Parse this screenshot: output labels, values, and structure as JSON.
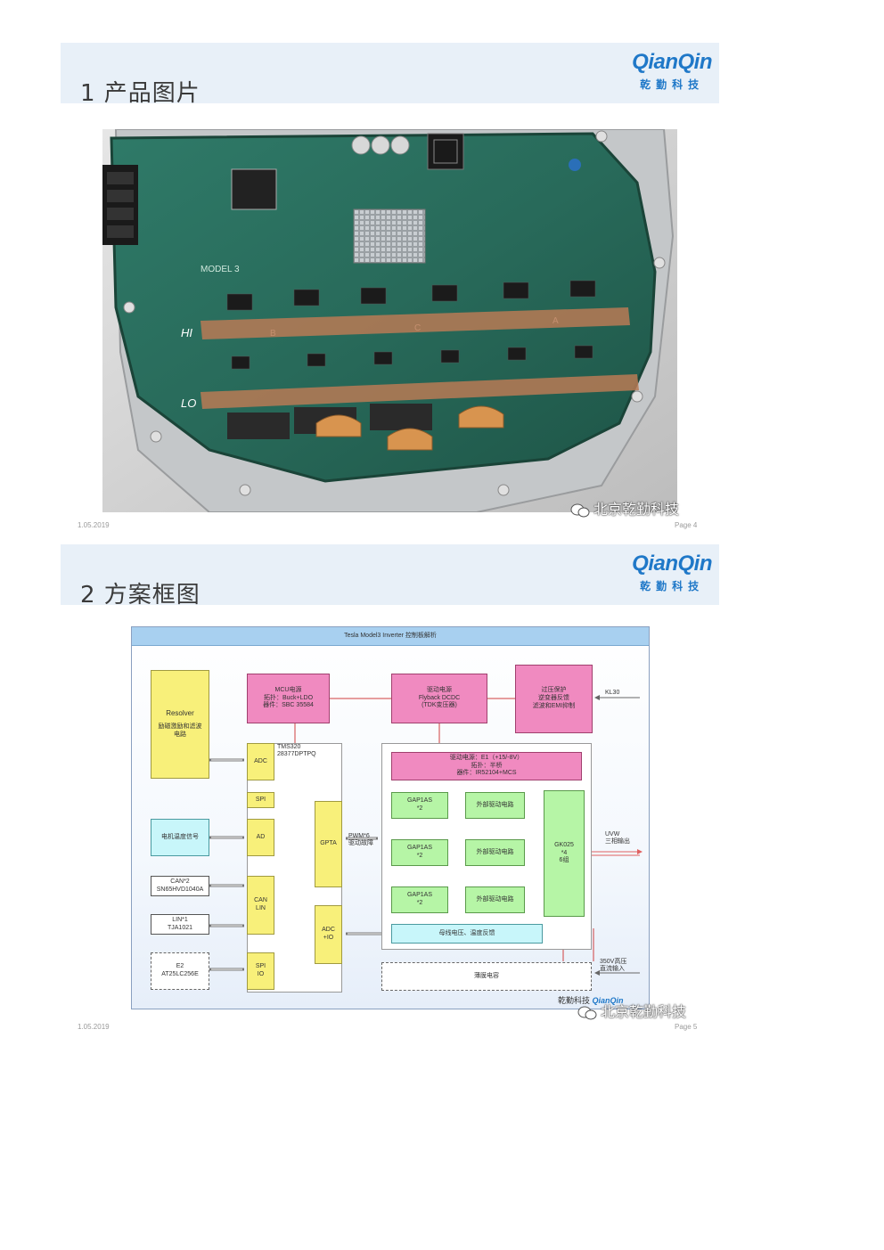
{
  "slides": [
    {
      "title": "1 产品图片",
      "logo_text": "QianQin",
      "logo_cn": "乾勤科技",
      "footer_date": "1.05.2019",
      "footer_page": "Page 4",
      "watermark": "北京乾勤科技"
    },
    {
      "title": "2 方案框图",
      "logo_text": "QianQin",
      "logo_cn": "乾勤科技",
      "footer_date": "1.05.2019",
      "footer_page": "Page 5",
      "watermark": "北京乾勤科技"
    }
  ],
  "photo": {
    "board_marks": {
      "model": "MODEL 3",
      "hi": "HI",
      "lo": "LO",
      "b": "B",
      "c": "C",
      "a": "A"
    }
  },
  "diagram": {
    "title": "Tesla Model3 Inverter 控制板解析",
    "resolver": [
      "Resolver",
      "励磁激励和滤波",
      "电路"
    ],
    "mcu_power": [
      "MCU电源",
      "拓扑：Buck+LDO",
      "器件：SBC 35584"
    ],
    "drive_power": [
      "驱动电源",
      "Flyback DCDC",
      "(TDK变压器)"
    ],
    "protect": [
      "过压保护",
      "逆变器反馈",
      "滤波和EMI抑制"
    ],
    "kl30": "KL30",
    "mcu_label": [
      "TMS320",
      "28377DPTPQ"
    ],
    "adc": "ADC",
    "spi": "SPI",
    "ad": "AD",
    "can_lin": [
      "CAN",
      "LIN"
    ],
    "spi_io": [
      "SPI",
      "IO"
    ],
    "gpta": "GPTA",
    "adc_io": [
      "ADC",
      "+IO"
    ],
    "pwm": [
      "PWM*6",
      "驱动故障"
    ],
    "motor_temp": "电机温度信号",
    "can": [
      "CAN*2",
      "SN65HVD1040A"
    ],
    "lin": [
      "LIN*1",
      "TJA1021"
    ],
    "e2": [
      "E2",
      "AT25LC256E"
    ],
    "drive_supply": [
      "驱动电源：E1（+15/-8V）",
      "拓扑：半桥",
      "器件：IR52104+MCS"
    ],
    "gap": [
      "GAP1AS",
      "*2"
    ],
    "ext_drive": "外部驱动电路",
    "gk": [
      "GK025",
      "*4",
      "6组"
    ],
    "output": [
      "UVW",
      "三相输出"
    ],
    "feedback": "母线电压、温度反馈",
    "filter": "薄膜电容",
    "hv_input": [
      "350V高压",
      "直流输入"
    ],
    "corner_brand": "乾勤科技"
  }
}
